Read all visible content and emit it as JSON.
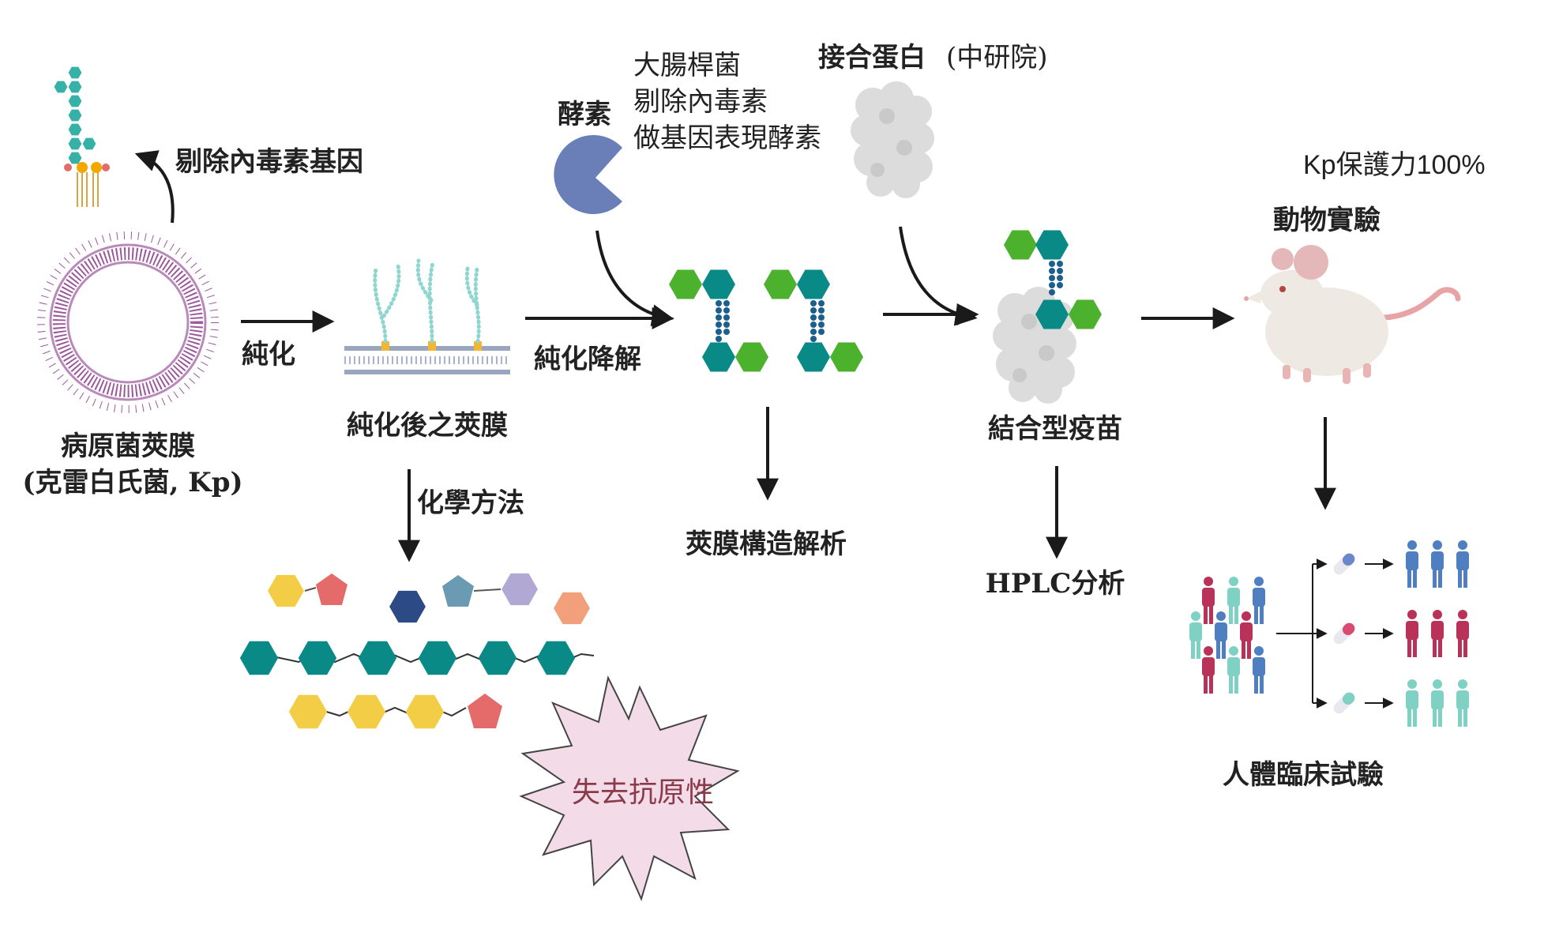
{
  "diagram": {
    "nodes": {
      "pathogen_capsule": {
        "name": "病原菌莢膜",
        "subtitle": "(克雷白氏菌, Kp)"
      },
      "purified_capsule": {
        "name": "純化後之莢膜"
      },
      "enzyme": {
        "name": "酵素"
      },
      "enzyme_source": {
        "lines": [
          "大腸桿菌",
          "剔除內毒素",
          "做基因表現酵素"
        ]
      },
      "carrier_protein": {
        "name": "接合蛋白",
        "source": "(中研院)"
      },
      "conjugate_vaccine": {
        "name": "結合型疫苗"
      },
      "animal_test": {
        "name": "動物實驗",
        "result": "Kp保護力100%"
      },
      "clinical_trial": {
        "name": "人體臨床試驗"
      },
      "structure_analysis": {
        "name": "莢膜構造解析"
      },
      "hplc": {
        "name": "HPLC分析"
      },
      "chemical_result": {
        "name": "失去抗原性"
      }
    },
    "edges": {
      "remove_endotoxin_gene": "剔除內毒素基因",
      "purify": "純化",
      "purify_degrade": "純化降解",
      "chemical_method": "化學方法"
    }
  },
  "colors": {
    "teal": "#0a8a86",
    "green": "#4cb12c",
    "yellow": "#f2cd45",
    "coral": "#e56b6a",
    "navy": "#2b4a86",
    "steel": "#6b9bb3",
    "lavender": "#b1a8d3",
    "peach": "#f2a07b",
    "enzyme_blue": "#6a7fb7",
    "starburst_fill": "#f3dce8",
    "starburst_text": "#8a3a4a",
    "purple_membrane": "#9b5a9b",
    "blue_group": "#4f7fc0",
    "red_group": "#b8325a",
    "mint_group": "#7fd1c4"
  }
}
